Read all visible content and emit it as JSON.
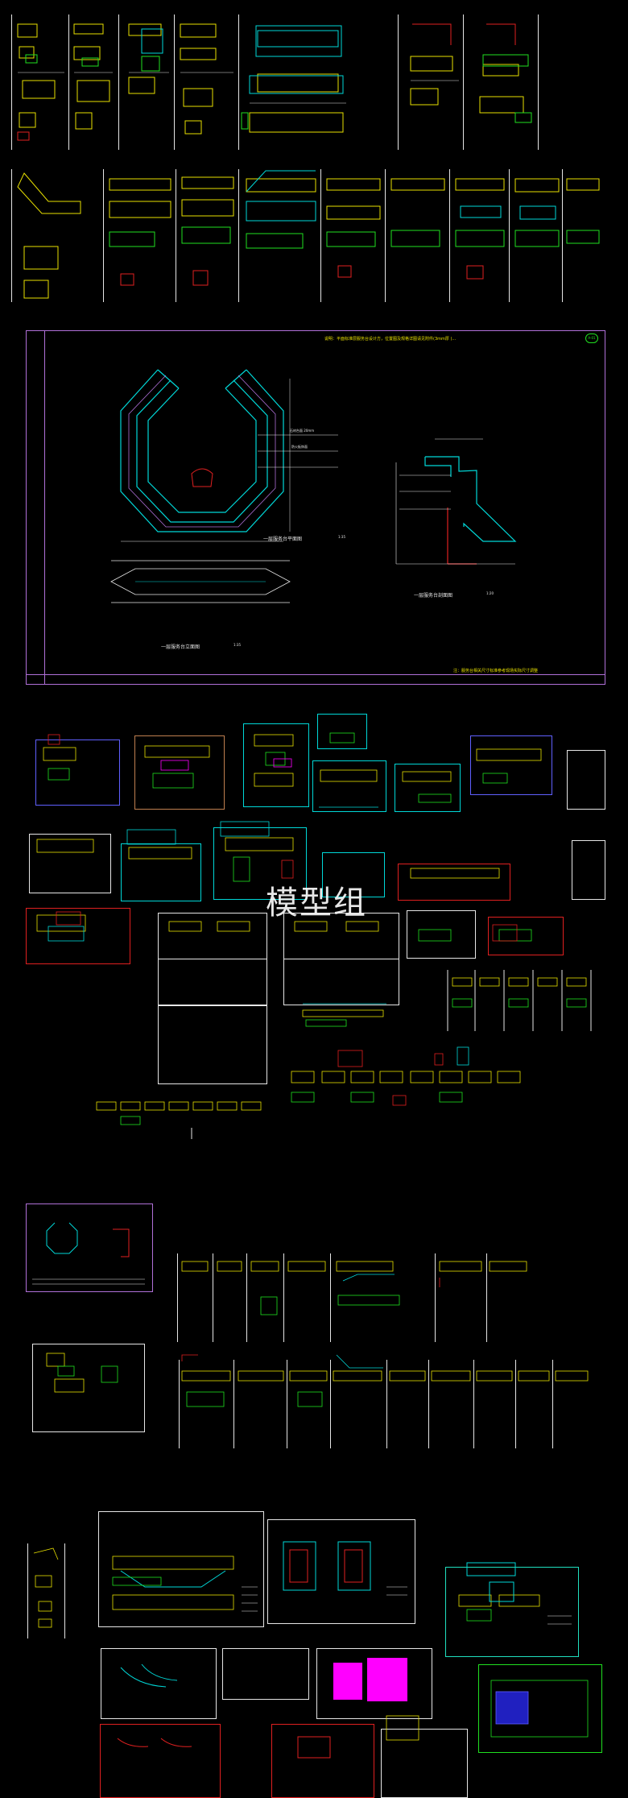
{
  "watermark": "模型组",
  "main_sheet": {
    "top_note": "说明：平面标准层服务台设计方，位置图及规格详图请见附件(3mm厚 )...",
    "bottom_note": "注：服务台相关尺寸标准参考现场实际尺寸调整",
    "plan_title": "一层服务台平面图",
    "plan_scale": "1:35",
    "section_title": "一层服务台剖面图",
    "section_scale": "1:20",
    "elevation_title": "一层服务台立面图",
    "elevation_scale": "1:35",
    "badge": "A-01"
  },
  "colors": {
    "sheet_border": "#e6e6e6",
    "accent_cyan": "#00d8d8",
    "frame_purple": "#b070d8",
    "cad_yellow": "#e8e000",
    "cad_red": "#e02020",
    "cad_green": "#20e020",
    "cad_magenta": "#ff00ff"
  }
}
